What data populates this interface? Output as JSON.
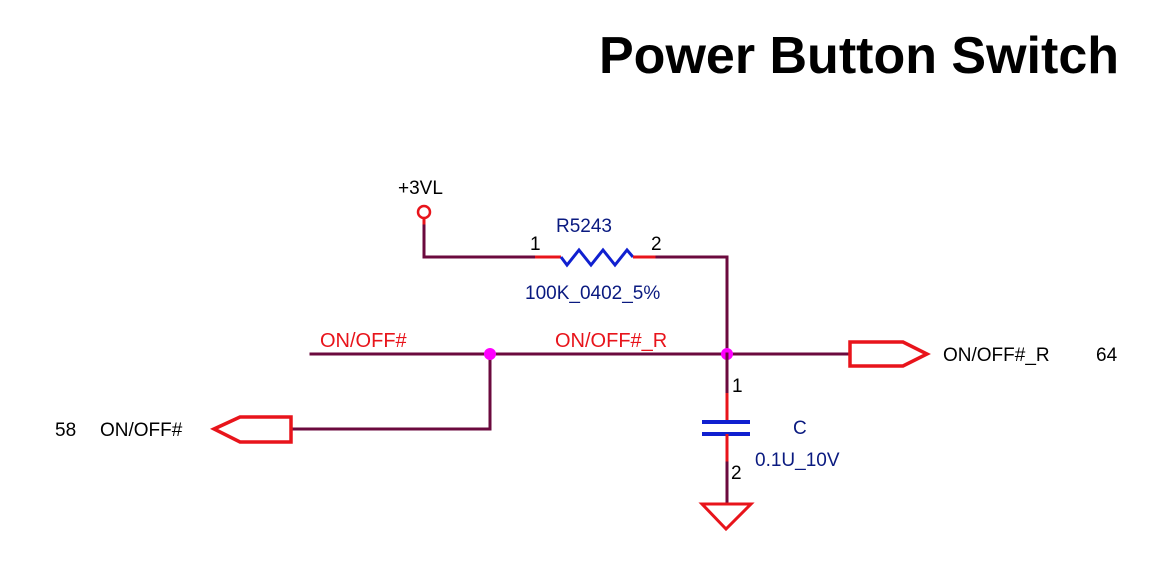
{
  "title": "Power Button Switch",
  "colors": {
    "wire": "#6b0a3e",
    "pin": "#e8141b",
    "component": "#1020d0",
    "junction": "#ff00ff",
    "net_label": "#e8141b",
    "component_label": "#0a1a80"
  },
  "power": {
    "label": "+3VL",
    "icon": "power-rail-circle-icon"
  },
  "resistor": {
    "refdes": "R5243",
    "value": "100K_0402_5%",
    "pin1": "1",
    "pin2": "2",
    "icon": "resistor-icon"
  },
  "capacitor": {
    "refdes": "C",
    "value": "0.1U_10V",
    "pin1": "1",
    "pin2": "2",
    "icon": "capacitor-icon"
  },
  "ground": {
    "icon": "ground-icon"
  },
  "nets": {
    "left_net": "ON/OFF#",
    "right_net": "ON/OFF#_R"
  },
  "ports": {
    "input": {
      "page": "58",
      "name": "ON/OFF#",
      "icon": "input-port-arrow-icon"
    },
    "output": {
      "page": "64",
      "name": "ON/OFF#_R",
      "icon": "output-port-arrow-icon"
    }
  }
}
